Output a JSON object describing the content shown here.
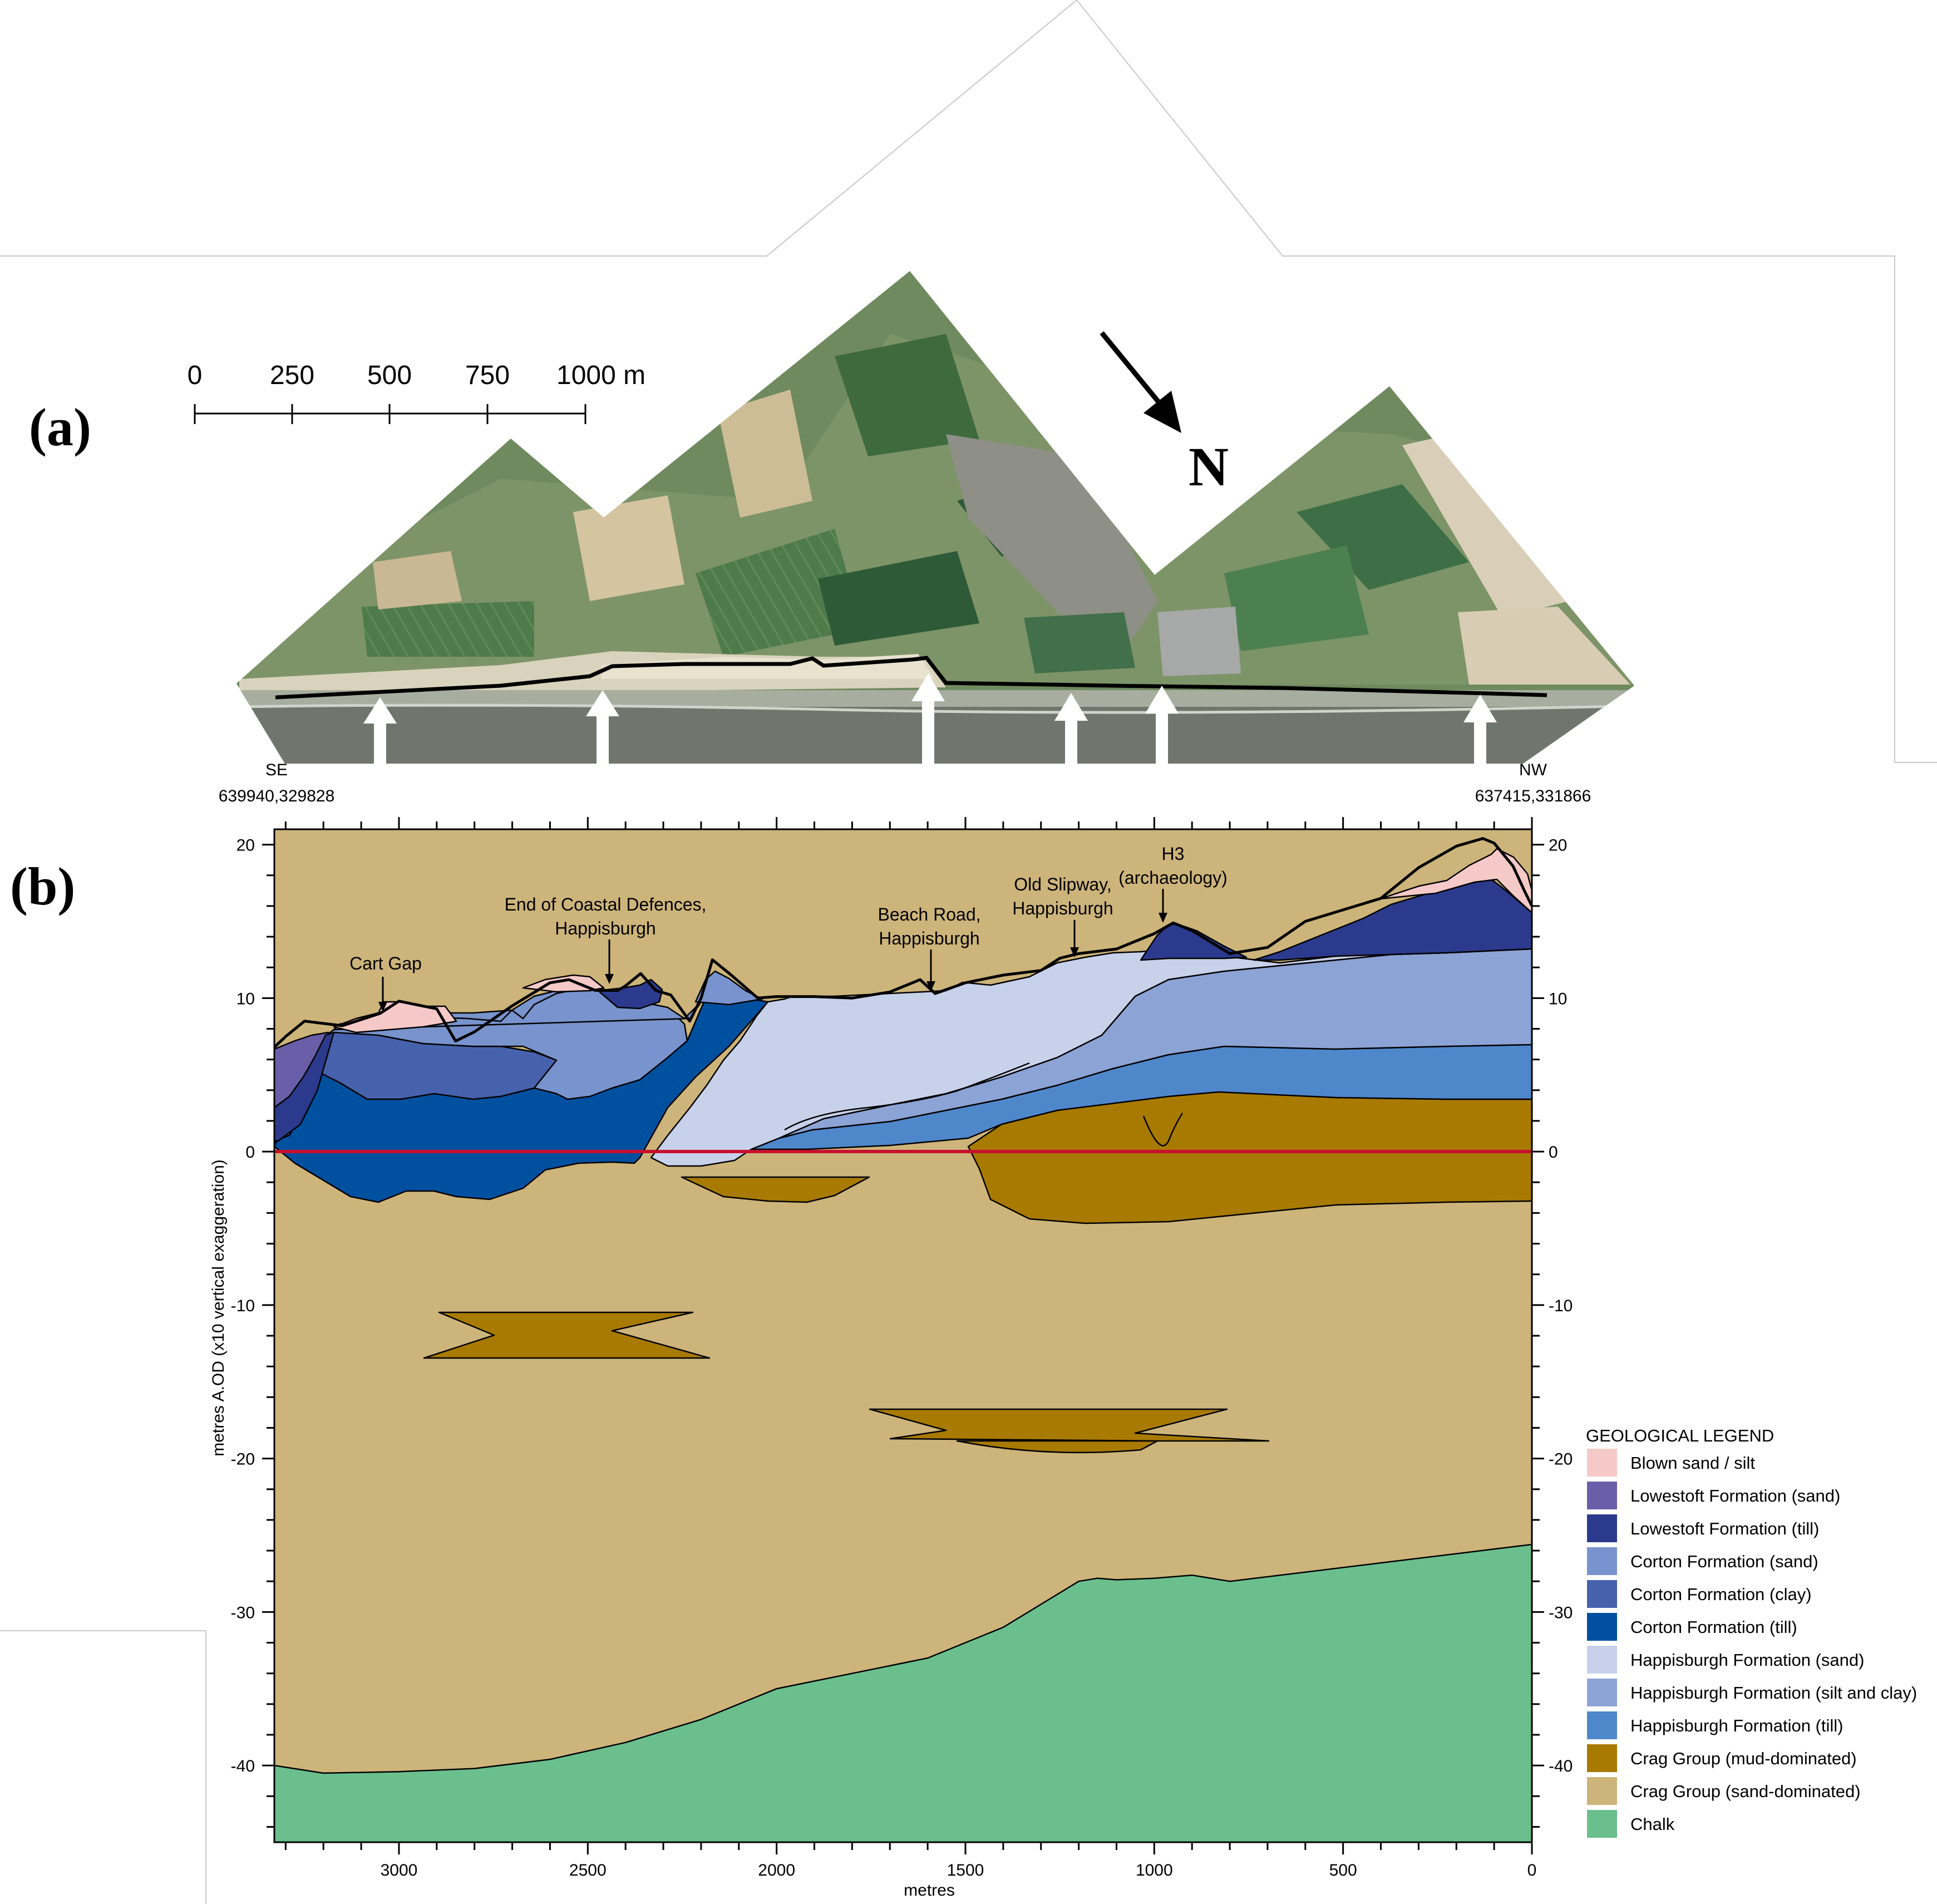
{
  "panel_a": {
    "label": "(a)",
    "scale_bar": {
      "ticks": [
        "0",
        "250",
        "500",
        "750",
        "1000 m"
      ]
    },
    "north_label": "N",
    "endpoints": {
      "left_dir": "SE",
      "left_coords": "639940,329828",
      "right_dir": "NW",
      "right_coords": "637415,331866"
    },
    "arrow_count": 6
  },
  "panel_b": {
    "label": "(b)",
    "annotations": {
      "cart_gap": "Cart Gap",
      "coastal_defences_1": "End of Coastal Defences,",
      "coastal_defences_2": "Happisburgh",
      "beach_road_1": "Beach Road,",
      "beach_road_2": "Happisburgh",
      "old_slipway_1": "Old Slipway,",
      "old_slipway_2": "Happisburgh",
      "h3_1": "H3",
      "h3_2": "(archaeology)"
    }
  },
  "chart_data": {
    "type": "area",
    "xlabel": "metres",
    "ylabel": "metres A.OD (x10 vertical exaggeration)",
    "xlim": [
      3330,
      0
    ],
    "ylim": [
      -45,
      21
    ],
    "x_ticks": [
      3000,
      2500,
      2000,
      1500,
      1000,
      500,
      0
    ],
    "x_tick_labels": [
      "3000",
      "2500",
      "2000",
      "1500",
      "1000",
      "500",
      "0"
    ],
    "y_ticks": [
      20,
      10,
      0,
      -10,
      -20,
      -30,
      -40
    ],
    "y_tick_labels": [
      "20",
      "10",
      "0",
      "-10",
      "-20",
      "-30",
      "-40"
    ],
    "reference_line": {
      "y": 0,
      "color": "#c8102e"
    },
    "surface_profile": {
      "x": [
        3330,
        3300,
        3250,
        3150,
        3050,
        3000,
        2900,
        2850,
        2800,
        2700,
        2600,
        2550,
        2480,
        2420,
        2400,
        2360,
        2320,
        2280,
        2230,
        2200,
        2170,
        2120,
        2050,
        2000,
        1900,
        1800,
        1700,
        1620,
        1580,
        1500,
        1400,
        1300,
        1250,
        1200,
        1100,
        1000,
        950,
        900,
        800,
        700,
        600,
        400,
        300,
        200,
        130,
        100,
        50,
        20,
        0
      ],
      "y": [
        6.8,
        7.5,
        8.5,
        8.2,
        9,
        9.8,
        9.3,
        7.2,
        7.8,
        9.5,
        11,
        11.2,
        10.5,
        10.5,
        10.8,
        11.6,
        10.5,
        10.2,
        8.5,
        10,
        12.5,
        11.5,
        10,
        10.1,
        10.1,
        10,
        10.4,
        11.2,
        10.3,
        11,
        11.5,
        11.8,
        12.6,
        12.9,
        13.2,
        14.2,
        14.9,
        14.4,
        12.9,
        13.3,
        15,
        16.5,
        18.5,
        19.9,
        20.4,
        20.1,
        18.6,
        17,
        16
      ]
    },
    "chalk_top": {
      "x": [
        3330,
        3200,
        3000,
        2800,
        2600,
        2400,
        2200,
        2000,
        1800,
        1600,
        1400,
        1200,
        1150,
        1100,
        1000,
        900,
        800,
        600,
        400,
        200,
        100,
        0
      ],
      "y": [
        -40,
        -40.5,
        -40.4,
        -40.2,
        -39.6,
        -38.5,
        -37,
        -35,
        -34,
        -33,
        -31,
        -28,
        -27.8,
        -27.9,
        -27.8,
        -27.6,
        -28,
        -27.4,
        -26.8,
        -26.2,
        -25.9,
        -25.6
      ]
    },
    "legend_title": "GEOLOGICAL LEGEND",
    "legend": [
      {
        "name": "Blown sand / silt",
        "color": "#f6c9c9"
      },
      {
        "name": "Lowestoft Formation (sand)",
        "color": "#6a5ea8"
      },
      {
        "name": "Lowestoft Formation (till)",
        "color": "#2b3a8c"
      },
      {
        "name": "Corton Formation (sand)",
        "color": "#7893cd"
      },
      {
        "name": "Corton Formation (clay)",
        "color": "#4662ad"
      },
      {
        "name": "Corton Formation (till)",
        "color": "#0050a0"
      },
      {
        "name": "Happisburgh Formation (sand)",
        "color": "#c8d1ea"
      },
      {
        "name": "Happisburgh Formation (silt and clay)",
        "color": "#8ca3d6"
      },
      {
        "name": "Happisburgh Formation (till)",
        "color": "#4f87cb"
      },
      {
        "name": "Crag Group (mud-dominated)",
        "color": "#a87a00"
      },
      {
        "name": "Crag Group (sand-dominated)",
        "color": "#cdb47a"
      },
      {
        "name": "Chalk",
        "color": "#6abf8d"
      }
    ]
  }
}
